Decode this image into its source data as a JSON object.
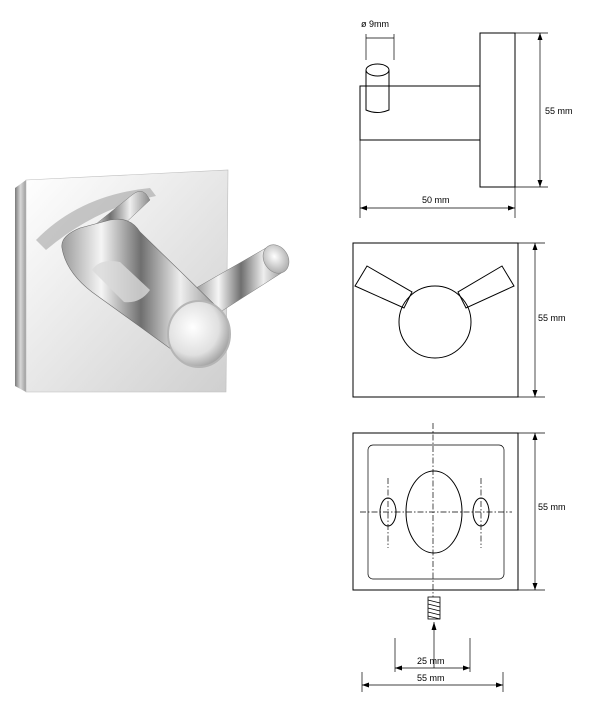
{
  "dimensions": {
    "pin_diameter": "ø 9mm",
    "side_height": "55 mm",
    "side_depth": "50 mm",
    "front_size": "55 mm",
    "back_size": "55 mm",
    "hole_spacing": "25 mm",
    "back_width": "55 mm"
  }
}
